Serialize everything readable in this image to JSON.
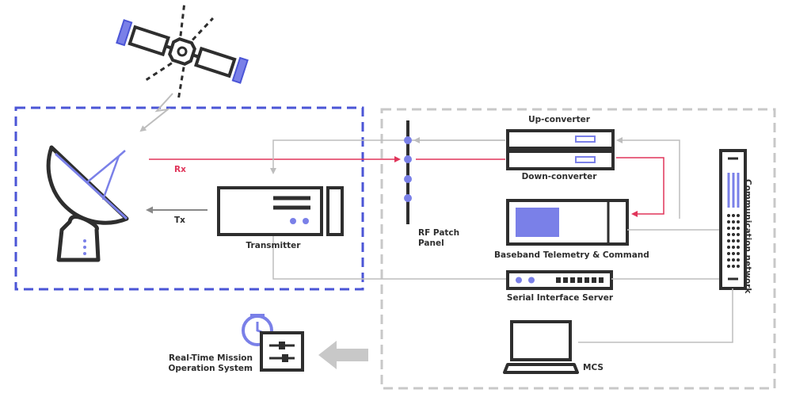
{
  "labels": {
    "rx": "Rx",
    "tx": "Tx",
    "transmitter": "Transmitter",
    "rf_patch_panel": [
      "RF Patch",
      "Panel"
    ],
    "up_converter": "Up-converter",
    "down_converter": "Down-converter",
    "baseband": "Baseband Telemetry & Command",
    "serial_interface_server": "Serial Interface Server",
    "mcs": "MCS",
    "real_time_mission": [
      "Real-Time Mission",
      "Operation System"
    ],
    "communication_network": "Communication network"
  },
  "colors": {
    "accent_blue": "#4b55d6",
    "device_fill": "#7a80e8",
    "dark_line": "#2e2e2e",
    "gray_line": "#bdbdbd",
    "rx_red": "#e0355a",
    "dashed_gray": "#c8c8c8"
  },
  "icons": [
    "satellite-icon",
    "dish-antenna-icon",
    "transmitter-icon",
    "patch-panel-icon",
    "up-converter-icon",
    "down-converter-icon",
    "baseband-icon",
    "serial-server-icon",
    "network-rack-icon",
    "laptop-icon",
    "mission-system-icon"
  ]
}
